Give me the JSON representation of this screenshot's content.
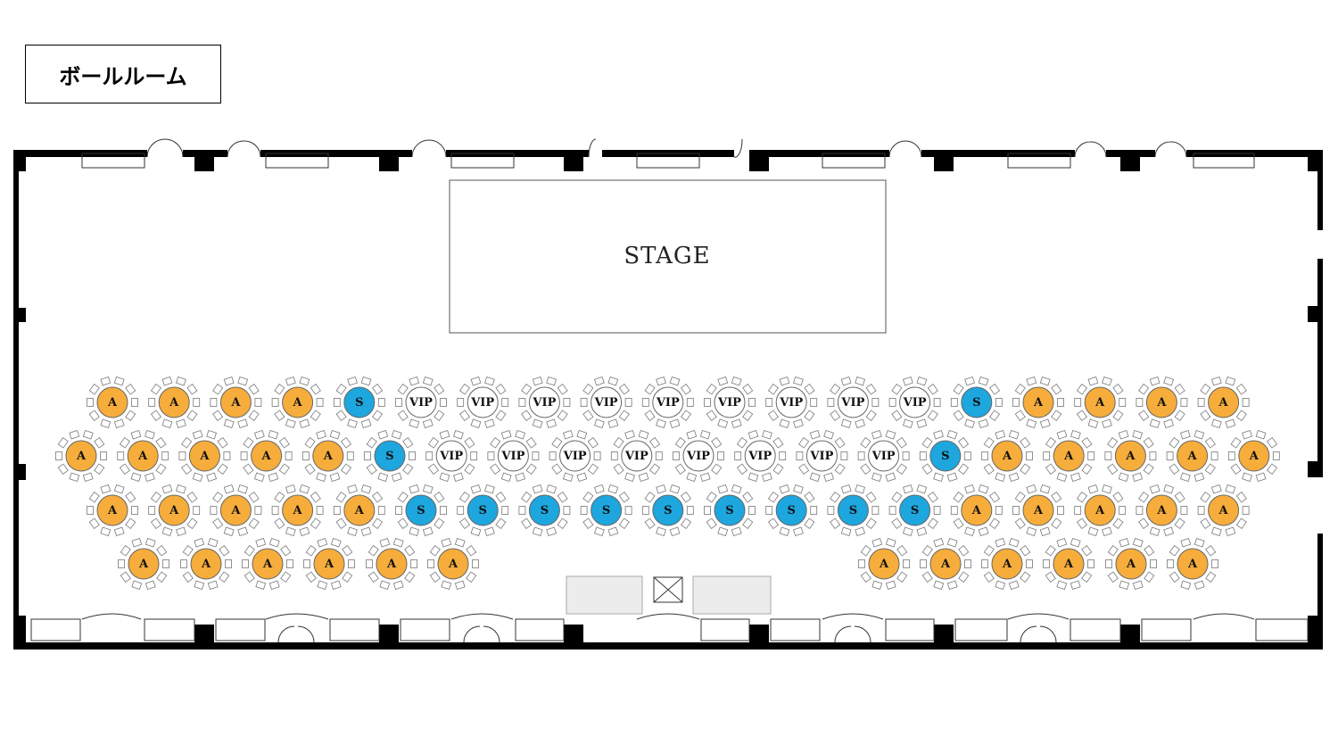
{
  "title": "ボールルーム",
  "stage": {
    "label": "STAGE"
  },
  "colors": {
    "A": "#f6ad3b",
    "S": "#1ea6de",
    "VIP": "#ffffff",
    "wall": "#000000"
  },
  "legend_codes": {
    "A": "A",
    "S": "S",
    "VIP": "VIP"
  },
  "rows": [
    [
      "A",
      "A",
      "A",
      "A",
      "S",
      "VIP",
      "VIP",
      "VIP",
      "VIP",
      "VIP",
      "VIP",
      "VIP",
      "VIP",
      "VIP",
      "S",
      "A",
      "A",
      "A",
      "A"
    ],
    [
      "A",
      "A",
      "A",
      "A",
      "A",
      "S",
      "VIP",
      "VIP",
      "VIP",
      "VIP",
      "VIP",
      "VIP",
      "VIP",
      "VIP",
      "S",
      "A",
      "A",
      "A",
      "A",
      "A"
    ],
    [
      "A",
      "A",
      "A",
      "A",
      "A",
      "S",
      "S",
      "S",
      "S",
      "S",
      "S",
      "S",
      "S",
      "S",
      "A",
      "A",
      "A",
      "A",
      "A"
    ],
    [
      "A",
      "A",
      "A",
      "A",
      "A",
      "A",
      "A",
      "A",
      "A",
      "A",
      "A",
      "A"
    ]
  ]
}
